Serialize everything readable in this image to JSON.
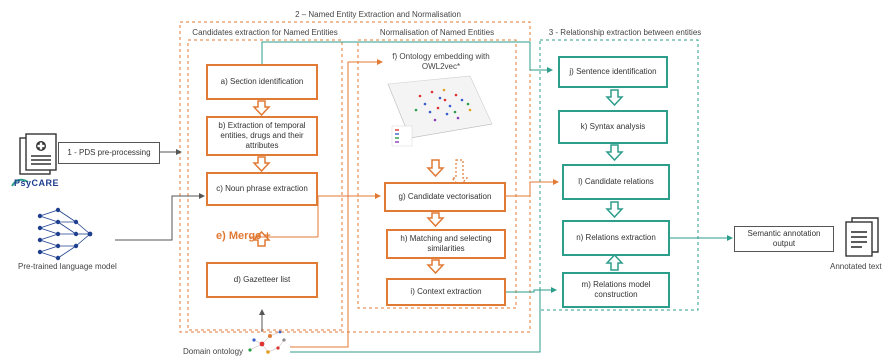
{
  "section2_title": "2 – Named Entity Extraction and Normalisation",
  "section2a_title": "Candidates extraction for Named Entities",
  "section2b_title": "Normalisation of Named Entities",
  "section3_title": "3 - Relationship extraction between entities",
  "pds_step": "1 - PDS pre-processing",
  "psycare_logo": "PsyCARE",
  "language_model_label": "Pre-trained language model",
  "domain_ontology_label": "Domain ontology",
  "boxes": {
    "a": "a)  Section identification",
    "b": "b) Extraction of temporal entities, drugs and their attributes",
    "c": "c) Noun phrase extraction",
    "d": "d)  Gazetteer list",
    "e": "e) Merge",
    "f": "f) Ontology embedding with OWL2vec*",
    "g": "g) Candidate vectorisation",
    "h": "h) Matching and selecting similarities",
    "i": "i) Context extraction",
    "j": "j) Sentence identification",
    "k": "k) Syntax analysis",
    "l": "l) Candidate relations",
    "n": "n) Relations extraction",
    "m": "m) Relations model construction"
  },
  "output_label": "Semantic annotation output",
  "annotated_text_label": "Annotated text",
  "colors": {
    "orange": "#e07a35",
    "teal": "#2e9e8c",
    "dark": "#555555"
  }
}
